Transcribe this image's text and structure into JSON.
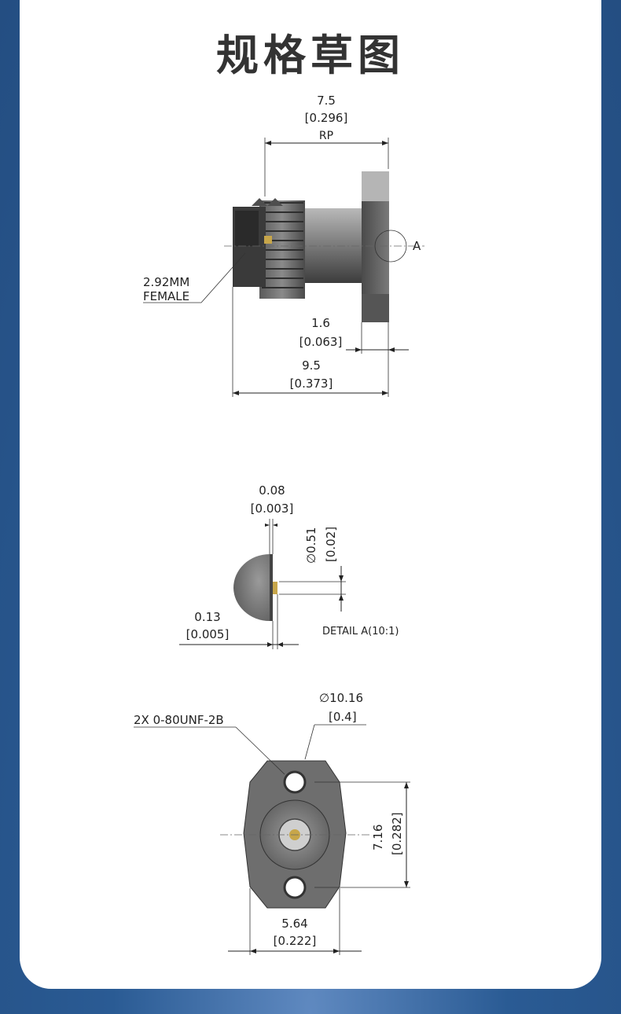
{
  "title": "规格草图",
  "side_view": {
    "rp_mm": "7.5",
    "rp_in": "[0.296]",
    "rp_label": "RP",
    "detail_marker": "A",
    "connector_label_1": "2.92MM",
    "connector_label_2": "FEMALE",
    "flange_mm": "1.6",
    "flange_in": "[0.063]",
    "length_mm": "9.5",
    "length_in": "[0.373]"
  },
  "detail_view": {
    "gap_mm": "0.08",
    "gap_in": "[0.003]",
    "pin_dia_mm": "∅0.51",
    "pin_dia_in": "[0.02]",
    "offset_mm": "0.13",
    "offset_in": "[0.005]",
    "caption": "DETAIL A(10:1)"
  },
  "front_view": {
    "thread_label": "2X 0-80UNF-2B",
    "dia_mm": "∅10.16",
    "dia_in": "[0.4]",
    "height_mm": "7.16",
    "height_in": "[0.282]",
    "width_mm": "5.64",
    "width_in": "[0.222]"
  },
  "colors": {
    "background": "#2a5f98",
    "card": "#ffffff",
    "title": "#333333",
    "body_metal": "#6e6e6e"
  }
}
